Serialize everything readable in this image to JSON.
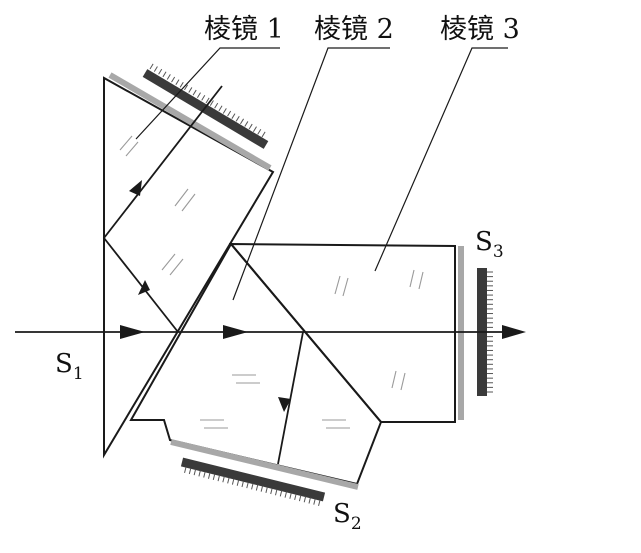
{
  "labels": {
    "prism1": "棱镜 1",
    "prism2": "棱镜 2",
    "prism3": "棱镜 3",
    "s1_main": "S",
    "s1_sub": "1",
    "s2_main": "S",
    "s2_sub": "2",
    "s3_main": "S",
    "s3_sub": "3"
  },
  "colors": {
    "line": "#1a1a1a",
    "filter_gray": "#a8a8a8",
    "sensor_dark": "#3a3a3a"
  }
}
